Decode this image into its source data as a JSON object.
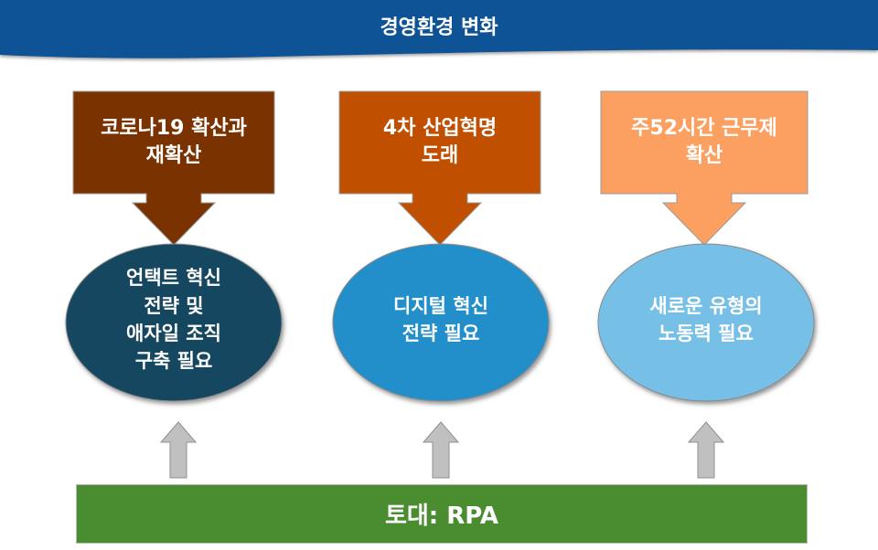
{
  "header": {
    "title": "경영환경 변화",
    "color": "#0A5295"
  },
  "drivers": [
    {
      "label": "코로나19 확산과\n재확산",
      "color": "#7A3300"
    },
    {
      "label": "4차 산업혁명\n도래",
      "color": "#C04F00"
    },
    {
      "label": "주52시간 근무제\n확산",
      "color": "#FCA062"
    }
  ],
  "needs": [
    {
      "label": "언택트 혁신\n전략 및\n애자일 조직\n구축 필요",
      "color": "#134660"
    },
    {
      "label": "디지털 혁신\n전략 필요",
      "color": "#238FCB"
    },
    {
      "label": "새로운 유형의\n노동력 필요",
      "color": "#76C0E8"
    }
  ],
  "foundation": {
    "label": "토대: RPA",
    "color": "#4A8D31"
  },
  "support_arrow_color": "#C0C0C0"
}
